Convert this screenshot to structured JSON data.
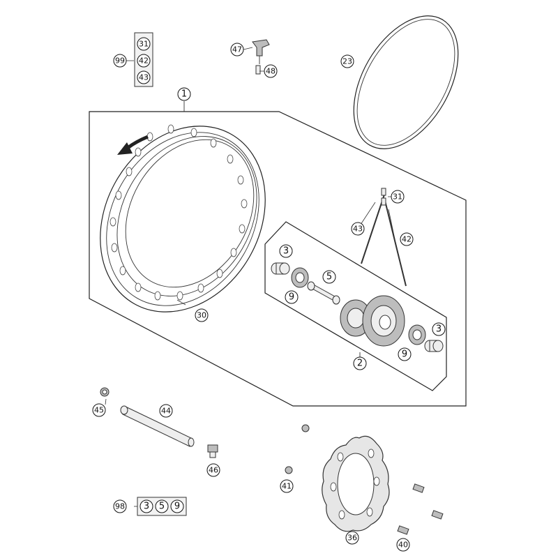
{
  "callouts": {
    "c1": "1",
    "c2": "2",
    "c3a": "3",
    "c3b": "3",
    "c5": "5",
    "c9a": "9",
    "c9b": "9",
    "c23": "23",
    "c30": "30",
    "c31a": "31",
    "c31b": "31",
    "c36": "36",
    "c40": "40",
    "c41": "41",
    "c42a": "42",
    "c42b": "42",
    "c43a": "43",
    "c43b": "43",
    "c44": "44",
    "c45": "45",
    "c46": "46",
    "c47": "47",
    "c48": "48",
    "c98": "98",
    "c99": "99"
  },
  "kits": {
    "kit99": [
      "31",
      "42",
      "43"
    ],
    "kit98": [
      "3",
      "5",
      "9"
    ]
  },
  "icons": {
    "rotation_arrow": "arrow-rotation-icon"
  }
}
